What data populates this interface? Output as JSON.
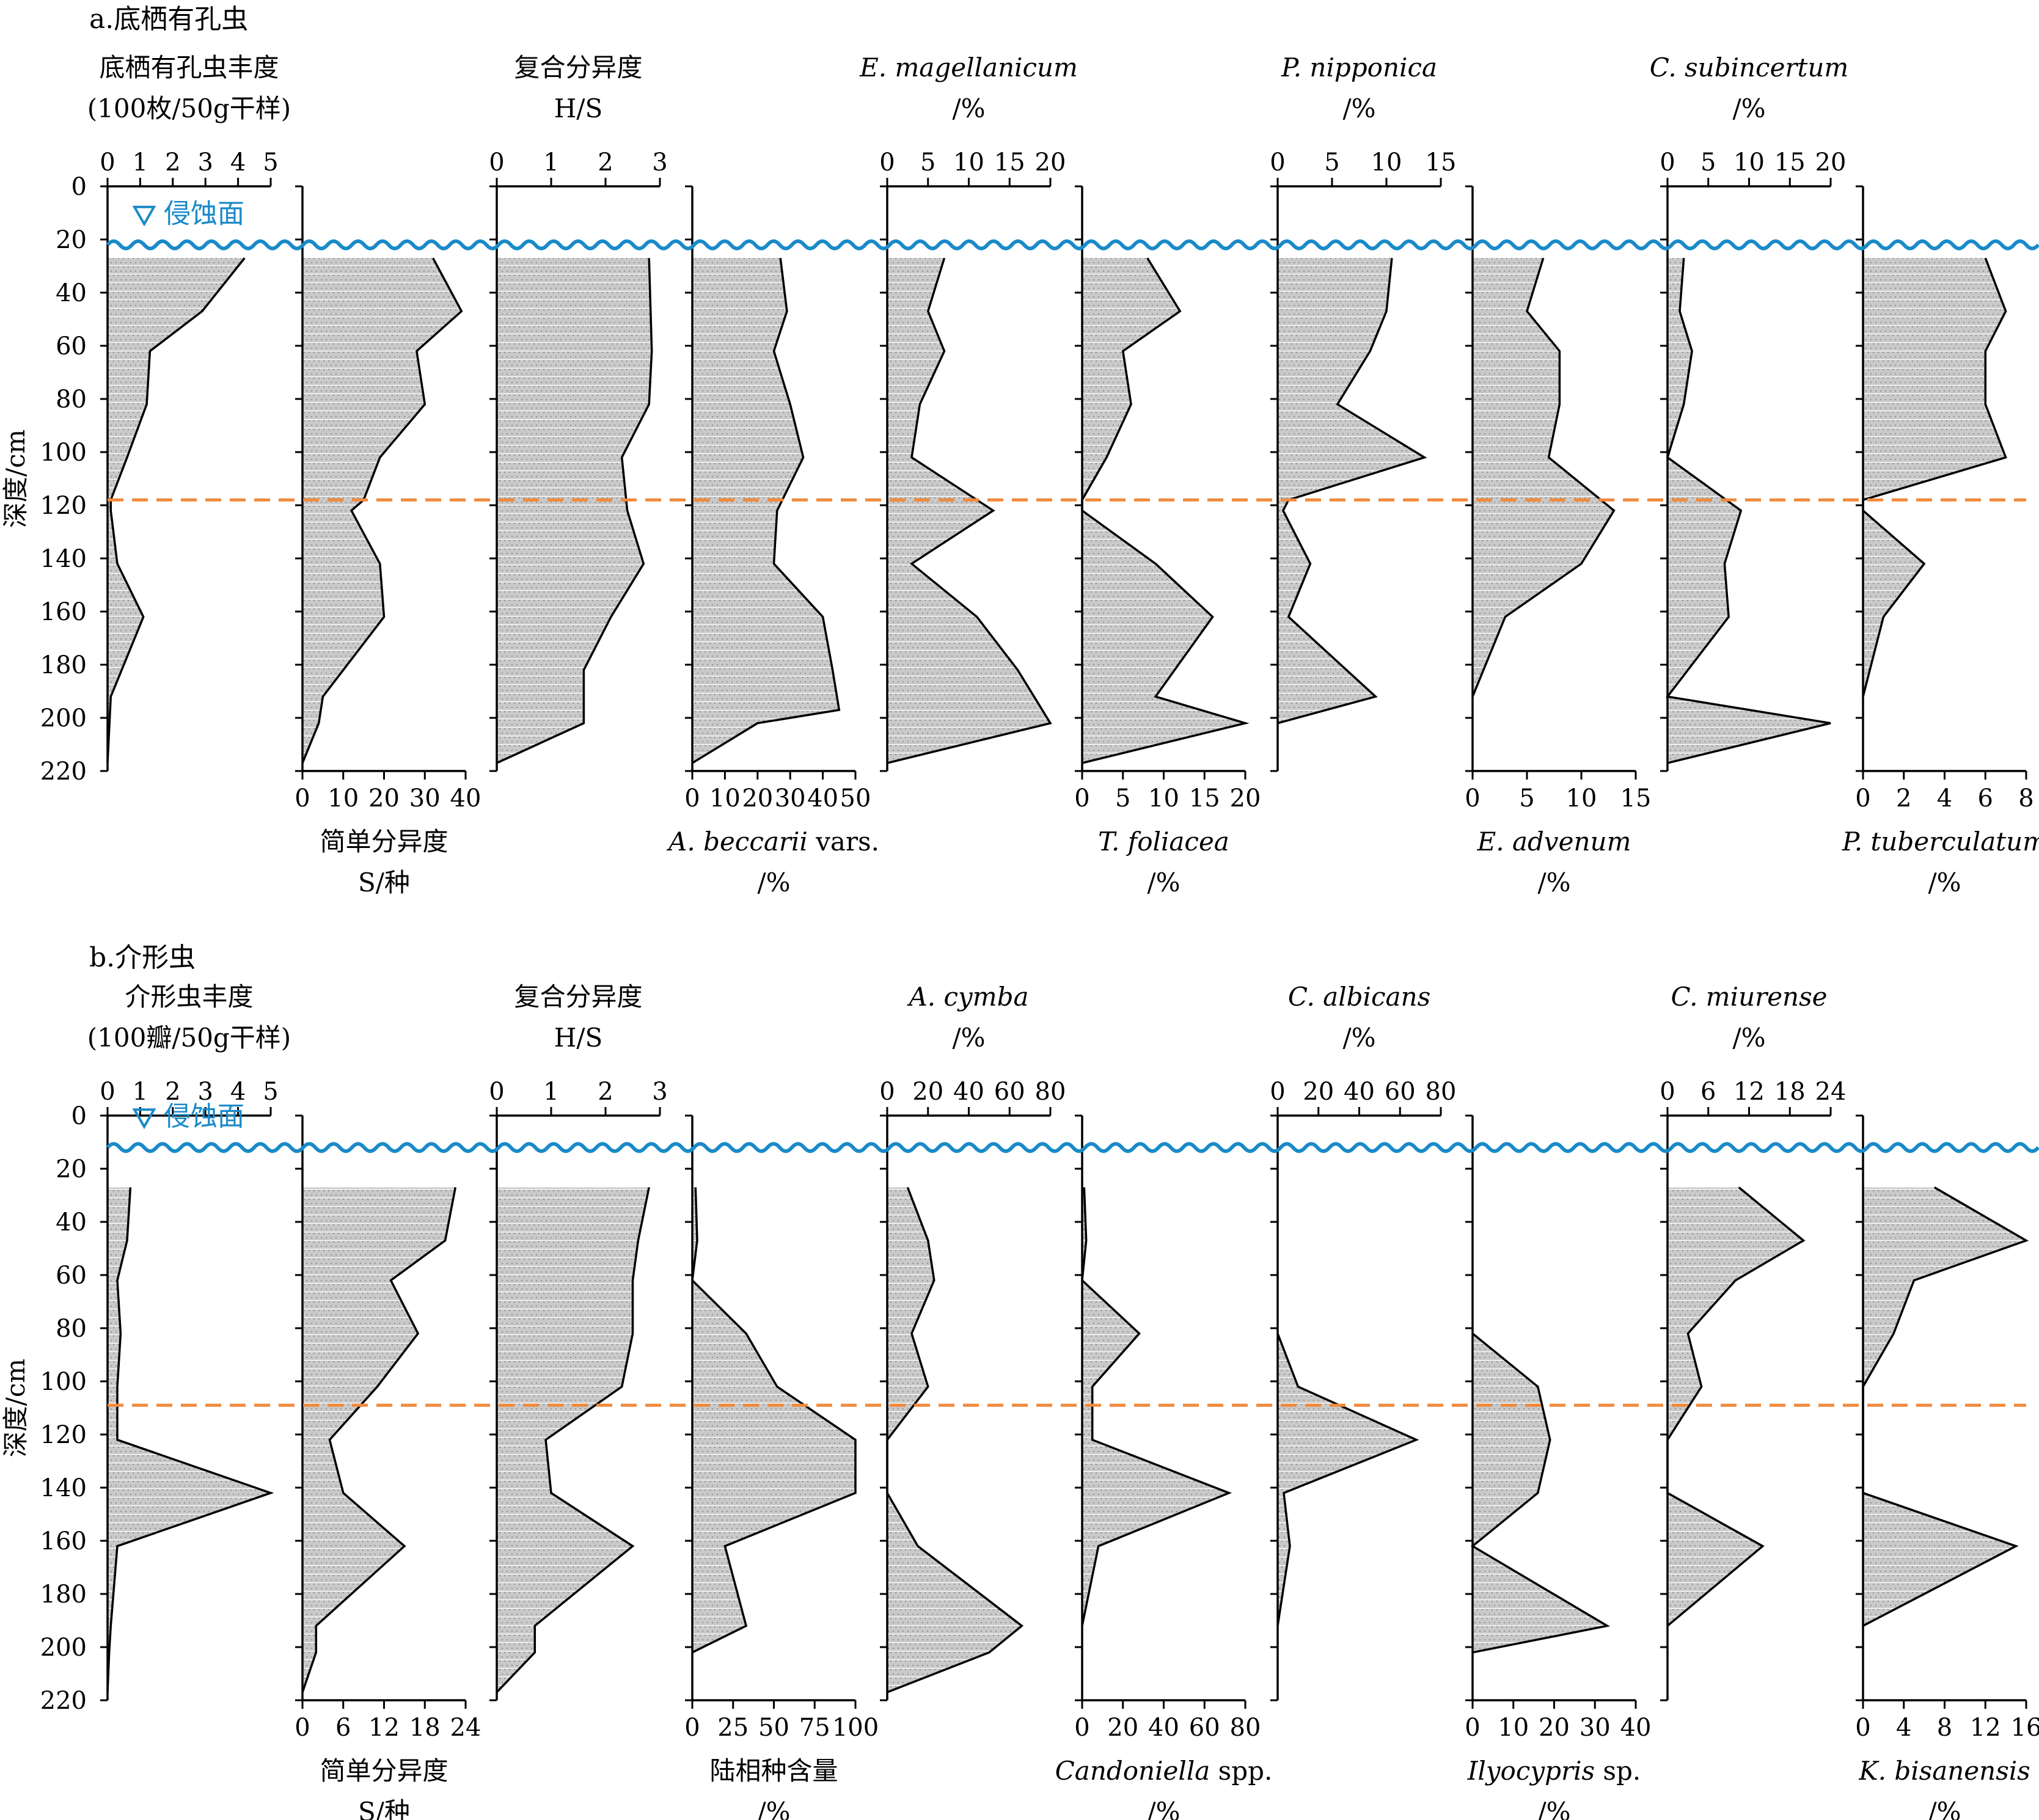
{
  "figure": {
    "erosion_label": "侵蚀面",
    "depth_label": "深度/cm"
  },
  "colors": {
    "erosion": "#1a8ac8",
    "boundary": "#f08a3c",
    "fill": "#c9c9c9"
  },
  "chart_data": [
    {
      "type": "area",
      "panel_title": "a.底栖有孔虫",
      "ylabel": "深度/cm",
      "ylim": [
        0,
        220
      ],
      "yticks": [
        0,
        20,
        40,
        60,
        80,
        100,
        120,
        140,
        160,
        180,
        200,
        220
      ],
      "erosion_depth": 22,
      "boundary_depth": 118,
      "columns": [
        {
          "label": [
            "底栖有孔虫丰度",
            "(100枚/50g干样)"
          ],
          "italic": false,
          "axis_pos": "top",
          "xlim": [
            0,
            5
          ],
          "xticks": [
            0,
            1,
            2,
            3,
            4,
            5
          ],
          "depth": [
            27,
            47,
            62,
            82,
            102,
            118,
            122,
            142,
            162,
            192,
            217
          ],
          "values": [
            4.2,
            2.9,
            1.3,
            1.2,
            0.6,
            0.1,
            0.1,
            0.3,
            1.1,
            0.1,
            0.0
          ]
        },
        {
          "label": [
            "简单分异度",
            "S/种"
          ],
          "italic": false,
          "axis_pos": "bottom",
          "xlim": [
            0,
            40
          ],
          "xticks": [
            0,
            10,
            20,
            30,
            40
          ],
          "depth": [
            27,
            47,
            62,
            82,
            102,
            118,
            122,
            142,
            162,
            192,
            202,
            217
          ],
          "values": [
            32,
            39,
            28,
            30,
            19,
            15,
            12,
            19,
            20,
            5,
            4,
            0
          ]
        },
        {
          "label": [
            "复合分异度",
            "H/S"
          ],
          "italic": false,
          "axis_pos": "top",
          "xlim": [
            0,
            3
          ],
          "xticks": [
            0,
            1,
            2,
            3
          ],
          "depth": [
            27,
            62,
            82,
            102,
            122,
            142,
            162,
            182,
            202,
            217
          ],
          "values": [
            2.8,
            2.85,
            2.8,
            2.3,
            2.4,
            2.7,
            2.1,
            1.6,
            1.6,
            0.0
          ]
        },
        {
          "label": [
            "A. beccarii",
            " vars.",
            "/%"
          ],
          "italic": true,
          "axis_pos": "bottom",
          "xlim": [
            0,
            50
          ],
          "xticks": [
            0,
            10,
            20,
            30,
            40,
            50
          ],
          "tick_text": [
            "0",
            "10",
            "20",
            "30",
            "40",
            "50"
          ],
          "depth": [
            27,
            47,
            62,
            82,
            102,
            122,
            142,
            162,
            182,
            197,
            202,
            217
          ],
          "values": [
            27,
            29,
            25,
            30,
            34,
            26,
            25,
            40,
            43,
            45,
            20,
            0
          ]
        },
        {
          "label": [
            "E. magellanicum",
            "",
            "/%"
          ],
          "italic": true,
          "axis_pos": "top",
          "xlim": [
            0,
            20
          ],
          "xticks": [
            0,
            5,
            10,
            15,
            20
          ],
          "depth": [
            27,
            47,
            62,
            82,
            102,
            122,
            142,
            162,
            182,
            202,
            217
          ],
          "values": [
            7,
            5,
            7,
            4,
            3,
            13,
            3,
            11,
            16,
            20,
            0
          ]
        },
        {
          "label": [
            "T. foliacea",
            "",
            "/%"
          ],
          "italic": true,
          "axis_pos": "bottom",
          "xlim": [
            0,
            20
          ],
          "xticks": [
            0,
            5,
            10,
            15,
            20
          ],
          "depth": [
            27,
            47,
            62,
            82,
            102,
            118,
            122,
            142,
            162,
            192,
            202,
            217
          ],
          "values": [
            8,
            12,
            5,
            6,
            3,
            0,
            0,
            9,
            16,
            9,
            20,
            0
          ]
        },
        {
          "label": [
            "P. nipponica",
            "",
            "/%"
          ],
          "italic": true,
          "axis_pos": "top",
          "xlim": [
            0,
            15
          ],
          "xticks": [
            0,
            5,
            10,
            15
          ],
          "depth": [
            27,
            47,
            62,
            82,
            102,
            118,
            122,
            142,
            162,
            192,
            202
          ],
          "values": [
            10.5,
            10,
            8.5,
            5.5,
            13.5,
            1,
            0.5,
            3,
            1,
            9,
            0
          ]
        },
        {
          "label": [
            "E. advenum",
            "",
            "/%"
          ],
          "italic": true,
          "axis_pos": "bottom",
          "xlim": [
            0,
            15
          ],
          "xticks": [
            0,
            5,
            10,
            15
          ],
          "depth": [
            27,
            47,
            62,
            82,
            102,
            122,
            142,
            162,
            192
          ],
          "values": [
            6.5,
            5,
            8,
            8,
            7,
            13,
            10,
            3,
            0
          ]
        },
        {
          "label": [
            "C. subincertum",
            "",
            "/%"
          ],
          "italic": true,
          "axis_pos": "top",
          "xlim": [
            0,
            20
          ],
          "xticks": [
            0,
            5,
            10,
            15,
            20
          ],
          "depth": [
            27,
            47,
            62,
            82,
            102,
            122,
            142,
            162,
            192,
            202,
            217
          ],
          "values": [
            2,
            1.5,
            3,
            2,
            0,
            9,
            7,
            7.5,
            0,
            20,
            0
          ]
        },
        {
          "label": [
            "P. tuberculatum",
            "",
            "/%"
          ],
          "italic": true,
          "axis_pos": "bottom",
          "xlim": [
            0,
            8
          ],
          "xticks": [
            0,
            2,
            4,
            6,
            8
          ],
          "depth": [
            27,
            47,
            62,
            82,
            102,
            118,
            122,
            142,
            162,
            192
          ],
          "values": [
            6,
            7,
            6,
            6,
            7,
            0,
            0,
            3,
            1,
            0
          ]
        }
      ]
    },
    {
      "type": "area",
      "panel_title": "b.介形虫",
      "ylabel": "深度/cm",
      "ylim": [
        0,
        220
      ],
      "yticks": [
        0,
        20,
        40,
        60,
        80,
        100,
        120,
        140,
        160,
        180,
        200,
        220
      ],
      "erosion_depth": 12,
      "boundary_depth": 109,
      "columns": [
        {
          "label": [
            "介形虫丰度",
            "(100瓣/50g干样)"
          ],
          "italic": false,
          "axis_pos": "top",
          "xlim": [
            0,
            5
          ],
          "xticks": [
            0,
            1,
            2,
            3,
            4,
            5
          ],
          "depth": [
            27,
            47,
            62,
            82,
            102,
            122,
            142,
            162,
            192,
            202,
            217
          ],
          "values": [
            0.7,
            0.6,
            0.3,
            0.4,
            0.3,
            0.3,
            5.0,
            0.3,
            0.1,
            0.05,
            0.0
          ]
        },
        {
          "label": [
            "简单分异度",
            "S/种"
          ],
          "italic": false,
          "axis_pos": "bottom",
          "xlim": [
            0,
            24
          ],
          "xticks": [
            0,
            6,
            12,
            18,
            24
          ],
          "depth": [
            27,
            47,
            62,
            82,
            102,
            122,
            142,
            162,
            192,
            202,
            217
          ],
          "values": [
            22.5,
            21,
            13,
            17,
            11,
            4,
            6,
            15,
            2,
            2,
            0
          ]
        },
        {
          "label": [
            "复合分异度",
            "H/S"
          ],
          "italic": false,
          "axis_pos": "top",
          "xlim": [
            0,
            3
          ],
          "xticks": [
            0,
            1,
            2,
            3
          ],
          "depth": [
            27,
            47,
            62,
            82,
            102,
            122,
            142,
            162,
            192,
            202,
            217
          ],
          "values": [
            2.8,
            2.6,
            2.5,
            2.5,
            2.3,
            0.9,
            1.0,
            2.5,
            0.7,
            0.7,
            0.0
          ]
        },
        {
          "label": [
            "陆相种含量",
            "",
            "/%"
          ],
          "italic": false,
          "axis_pos": "bottom",
          "xlim": [
            0,
            100
          ],
          "xticks": [
            0,
            25,
            50,
            75,
            100
          ],
          "tick_text": [
            "0",
            "25",
            "50",
            "75",
            "100"
          ],
          "depth": [
            27,
            47,
            62,
            82,
            102,
            122,
            142,
            162,
            192,
            202
          ],
          "values": [
            2,
            3,
            0,
            33,
            52,
            100,
            100,
            20,
            33,
            0
          ]
        },
        {
          "label": [
            "A. cymba",
            "",
            "/%"
          ],
          "italic": true,
          "axis_pos": "top",
          "xlim": [
            0,
            80
          ],
          "xticks": [
            0,
            20,
            40,
            60,
            80
          ],
          "depth": [
            27,
            47,
            62,
            82,
            102,
            122,
            142,
            162,
            192,
            202,
            217
          ],
          "values": [
            10,
            20,
            23,
            12,
            20,
            0,
            0,
            15,
            66,
            50,
            0
          ]
        },
        {
          "label": [
            "Candoniella",
            " spp.",
            "/%"
          ],
          "italic": true,
          "axis_pos": "bottom",
          "xlim": [
            0,
            80
          ],
          "xticks": [
            0,
            20,
            40,
            60,
            80
          ],
          "depth": [
            27,
            47,
            62,
            82,
            102,
            122,
            142,
            162,
            192
          ],
          "values": [
            1,
            2,
            0,
            28,
            5,
            5,
            72,
            8,
            0
          ]
        },
        {
          "label": [
            "C. albicans",
            "",
            "/%"
          ],
          "italic": true,
          "axis_pos": "top",
          "xlim": [
            0,
            80
          ],
          "xticks": [
            0,
            20,
            40,
            60,
            80
          ],
          "depth": [
            82,
            102,
            122,
            142,
            162,
            192
          ],
          "values": [
            0,
            10,
            68,
            3,
            6,
            0
          ]
        },
        {
          "label": [
            "Ilyocypris",
            " sp.",
            "/%"
          ],
          "italic": true,
          "axis_pos": "bottom",
          "xlim": [
            0,
            40
          ],
          "xticks": [
            0,
            10,
            20,
            30,
            40
          ],
          "depth": [
            82,
            102,
            122,
            142,
            162,
            192,
            202
          ],
          "values": [
            0,
            16,
            19,
            16,
            0,
            33,
            0
          ]
        },
        {
          "label": [
            "C. miurense",
            "",
            "/%"
          ],
          "italic": true,
          "axis_pos": "top",
          "xlim": [
            0,
            24
          ],
          "xticks": [
            0,
            6,
            12,
            18,
            24
          ],
          "depth": [
            27,
            47,
            62,
            82,
            102,
            122,
            142,
            162,
            192
          ],
          "values": [
            10.5,
            20,
            10,
            3,
            5,
            0,
            0,
            14,
            0
          ]
        },
        {
          "label": [
            "K. bisanensis",
            "",
            "/%"
          ],
          "italic": true,
          "axis_pos": "bottom",
          "xlim": [
            0,
            16
          ],
          "xticks": [
            0,
            4,
            8,
            12,
            16
          ],
          "depth": [
            27,
            47,
            62,
            82,
            102,
            142,
            162,
            192
          ],
          "values": [
            7,
            16,
            5,
            3,
            0,
            0,
            15,
            0
          ]
        }
      ]
    }
  ]
}
